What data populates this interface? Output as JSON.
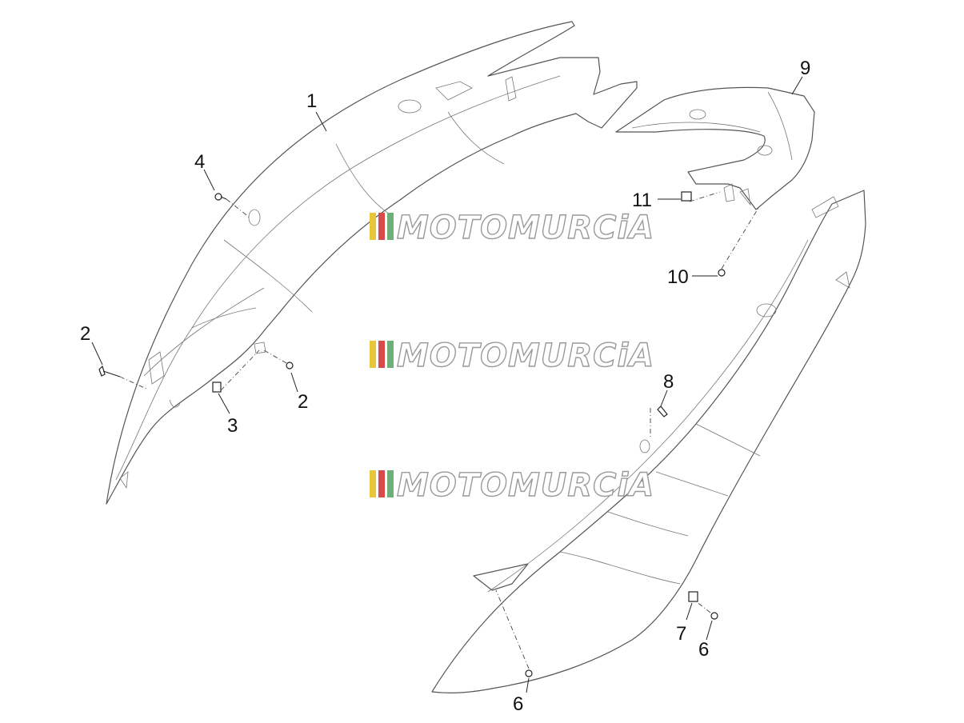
{
  "diagram": {
    "callouts": [
      {
        "id": "c1",
        "label": "1"
      },
      {
        "id": "c2a",
        "label": "2"
      },
      {
        "id": "c2b",
        "label": "2"
      },
      {
        "id": "c3",
        "label": "3"
      },
      {
        "id": "c4",
        "label": "4"
      },
      {
        "id": "c6a",
        "label": "6"
      },
      {
        "id": "c6b",
        "label": "6"
      },
      {
        "id": "c7",
        "label": "7"
      },
      {
        "id": "c8",
        "label": "8"
      },
      {
        "id": "c9",
        "label": "9"
      },
      {
        "id": "c10",
        "label": "10"
      },
      {
        "id": "c11",
        "label": "11"
      }
    ],
    "watermark": {
      "text": "MOTOMURCiA",
      "stripe_colors": [
        "#e8c63a",
        "#d94b4b",
        "#6fb07a"
      ]
    }
  }
}
